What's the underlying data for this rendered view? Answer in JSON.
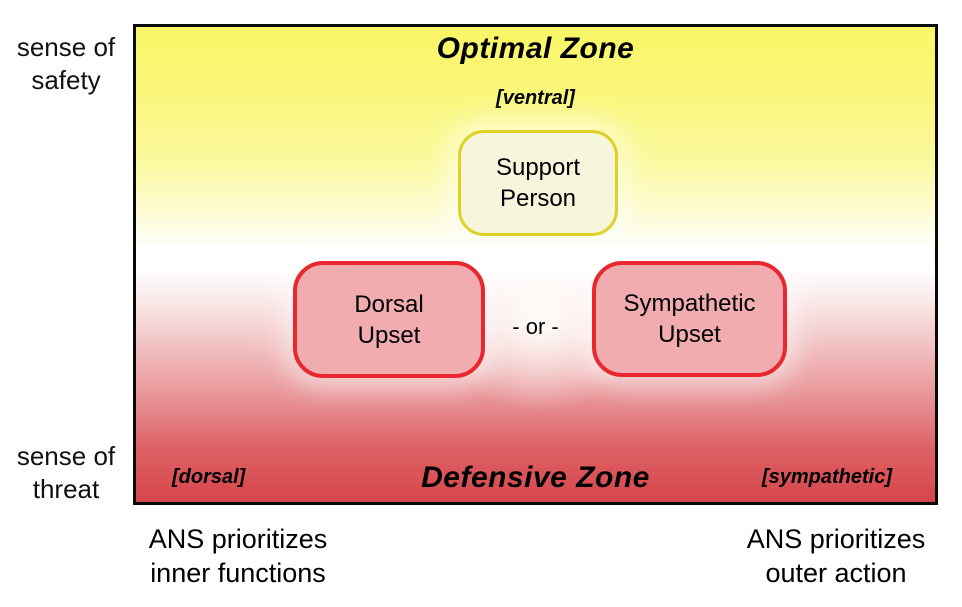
{
  "diagram": {
    "left_axis": {
      "top_label": [
        "sense of",
        "safety"
      ],
      "bottom_label": [
        "sense of",
        "threat"
      ]
    },
    "zones": {
      "optimal": {
        "title": "Optimal Zone",
        "tag": "[ventral]"
      },
      "defensive": {
        "title": "Defensive Zone",
        "left_tag": "[dorsal]",
        "right_tag": "[sympathetic]"
      }
    },
    "nodes": {
      "support": {
        "line1": "Support",
        "line2": "Person"
      },
      "dorsal": {
        "line1": "Dorsal",
        "line2": "Upset"
      },
      "sympathetic": {
        "line1": "Sympathetic",
        "line2": "Upset"
      }
    },
    "or_separator": "- or -",
    "bottom_captions": {
      "left": [
        "ANS prioritizes",
        "inner functions"
      ],
      "right": [
        "ANS prioritizes",
        "outer action"
      ]
    },
    "colors": {
      "gradient_top_yellow": "#f9f666",
      "gradient_middle_white": "#ffffff",
      "gradient_bottom_red": "#d6464b",
      "frame_border": "#0a0a0a",
      "support_node_border": "#dcd226",
      "support_node_fill": "#f7f5db",
      "upset_node_border": "#e8282e",
      "upset_node_fill": "#f0acae",
      "text": "#000000"
    }
  }
}
